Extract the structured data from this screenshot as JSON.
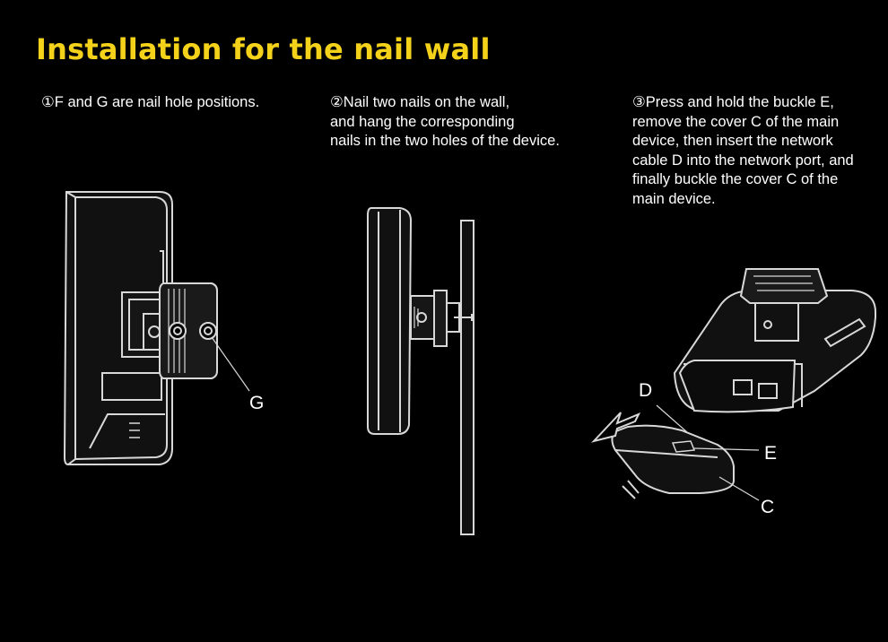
{
  "title": "Installation for the nail wall",
  "steps": [
    {
      "text": "①F and G are nail hole positions."
    },
    {
      "text": "②Nail two nails on the wall,\nand hang the corresponding\nnails in the two holes of the device."
    },
    {
      "text": "③Press and hold the buckle E,\nremove the cover C of the main\ndevice, then insert the network\ncable D into the network port, and\nfinally buckle the cover C of the\nmain device."
    }
  ],
  "figure_labels": {
    "g": "G",
    "d": "D",
    "e": "E",
    "c": "C"
  },
  "colors": {
    "background": "#000000",
    "title": "#f5d21a",
    "text": "#ffffff"
  }
}
